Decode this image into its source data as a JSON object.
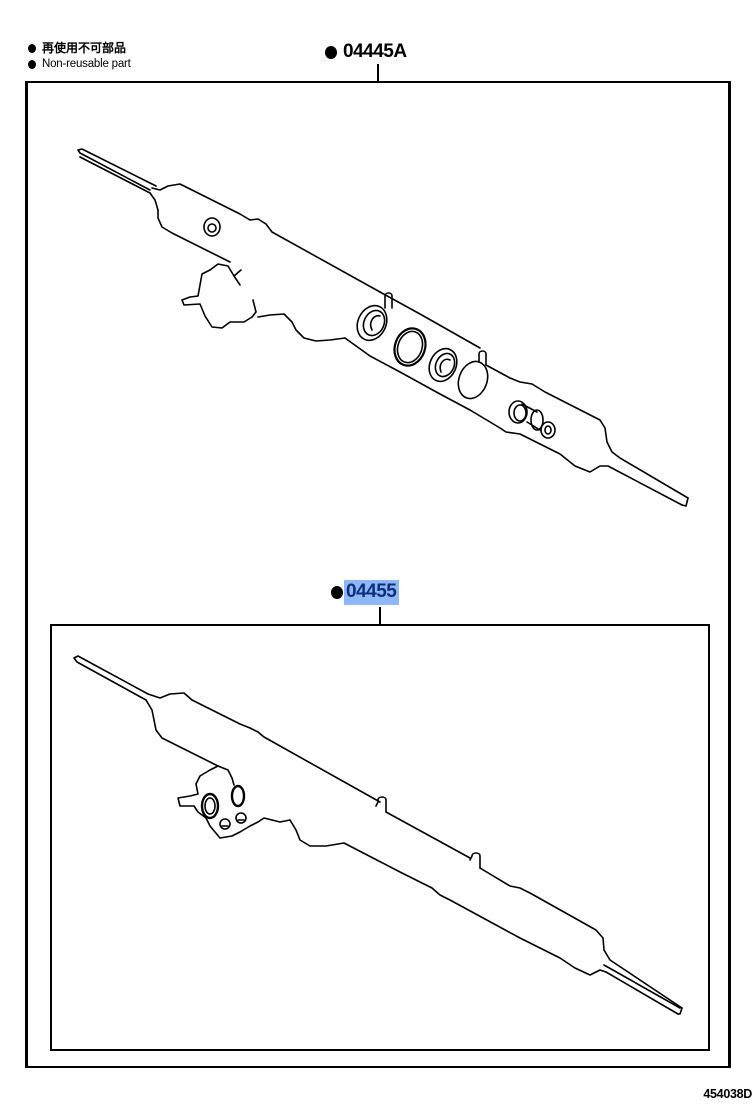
{
  "legend": {
    "items": [
      {
        "bullet": "filled-circle",
        "text": "再使用不可部品"
      },
      {
        "bullet": "filled-circle",
        "text": "Non-reusable part"
      }
    ]
  },
  "callouts": {
    "top": {
      "bullet": "filled-circle",
      "part_number": "04445A"
    },
    "bottom": {
      "bullet": "filled-circle",
      "part_number": "04455",
      "highlighted": true,
      "highlight_color": "#8fb7f7",
      "text_color": "#0b2f7a"
    }
  },
  "figures": {
    "top": {
      "description": "Steering rack and pinion assembly with seal kit (exploded seals and rings)"
    },
    "bottom": {
      "description": "Steering rack and pinion assembly with pinion valve seals"
    }
  },
  "figure_id": "454038D"
}
